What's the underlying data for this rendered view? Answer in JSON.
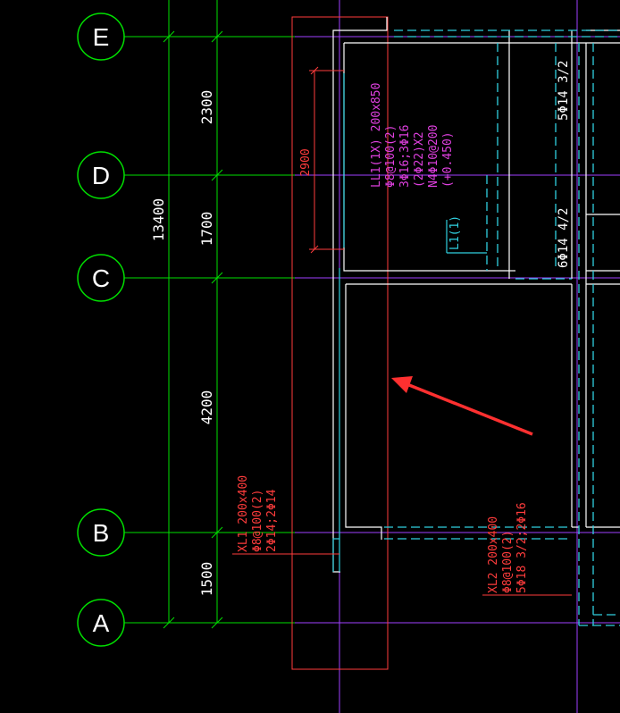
{
  "axes": [
    {
      "label": "E"
    },
    {
      "label": "D"
    },
    {
      "label": "C"
    },
    {
      "label": "B"
    },
    {
      "label": "A"
    }
  ],
  "dimensions": {
    "total": "13400",
    "segments": [
      "2300",
      "1700",
      "4200",
      "1500"
    ],
    "inner": "2900"
  },
  "annotations": {
    "ll1": {
      "lines": [
        "LL1(1X) 200x850",
        "Φ8@100(2)",
        "3Φ16;3Φ16",
        "(2Φ22)X2",
        "N4Φ10@200",
        "(+0.450)"
      ]
    },
    "l1": "L1(1)",
    "xl1": {
      "lines": [
        "XL1 200x400",
        "Φ8@100(2)",
        "2Φ14;2Φ14"
      ]
    },
    "xl2": {
      "lines": [
        "XL2 200x400",
        "Φ8@100(2)",
        "5Φ18 3/2;2Φ16"
      ]
    },
    "rebar_top": "5Φ14 3/2",
    "rebar_mid": "6Φ14 4/2"
  },
  "colors": {
    "background": "#000000",
    "grid": "#00e000",
    "axis_line": "#a040ff",
    "wall": "#ffffff",
    "dashed": "#30d0e0",
    "red": "#ff3c3c",
    "magenta": "#e040e0",
    "arrow": "#ff3030"
  }
}
